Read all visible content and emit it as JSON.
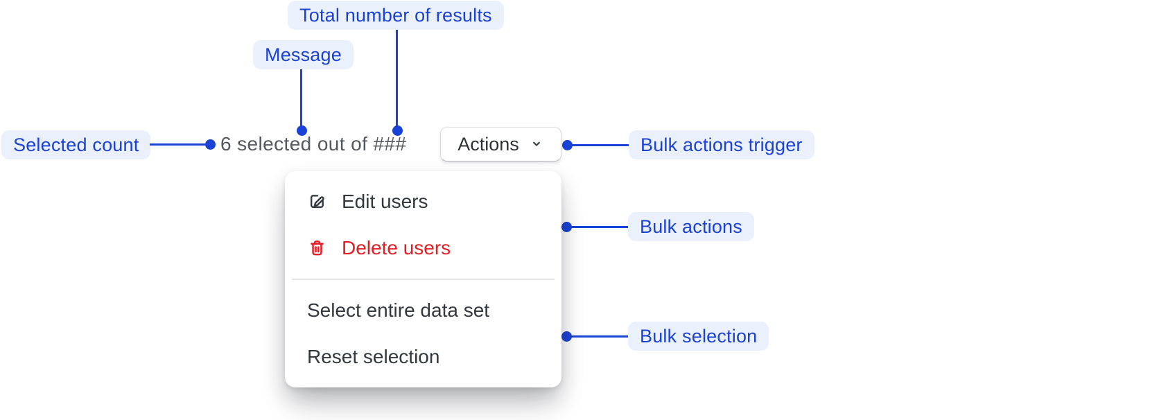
{
  "annotations": {
    "total_results": "Total number of results",
    "message": "Message",
    "selected_count": "Selected count",
    "bulk_actions_trigger": "Bulk actions trigger",
    "bulk_actions": "Bulk actions",
    "bulk_selection": "Bulk selection"
  },
  "selection_bar": {
    "message": "6 selected out of ###",
    "actions_button_label": "Actions",
    "actions_button_icon": "chevron-down-icon"
  },
  "menu": {
    "sections": [
      {
        "items": [
          {
            "label": "Edit users",
            "icon": "edit-icon",
            "tone": "default"
          },
          {
            "label": "Delete users",
            "icon": "delete-icon",
            "tone": "critical"
          }
        ]
      },
      {
        "items": [
          {
            "label": "Select entire data set"
          },
          {
            "label": "Reset selection"
          }
        ]
      }
    ]
  },
  "colors": {
    "annotation_blue": "#1b42d6",
    "annotation_background": "#ebf0fd",
    "message_gray": "#54575d",
    "menu_text": "#33383f",
    "critical_red": "#e21d24",
    "divider_gray": "#e4e4e7"
  }
}
